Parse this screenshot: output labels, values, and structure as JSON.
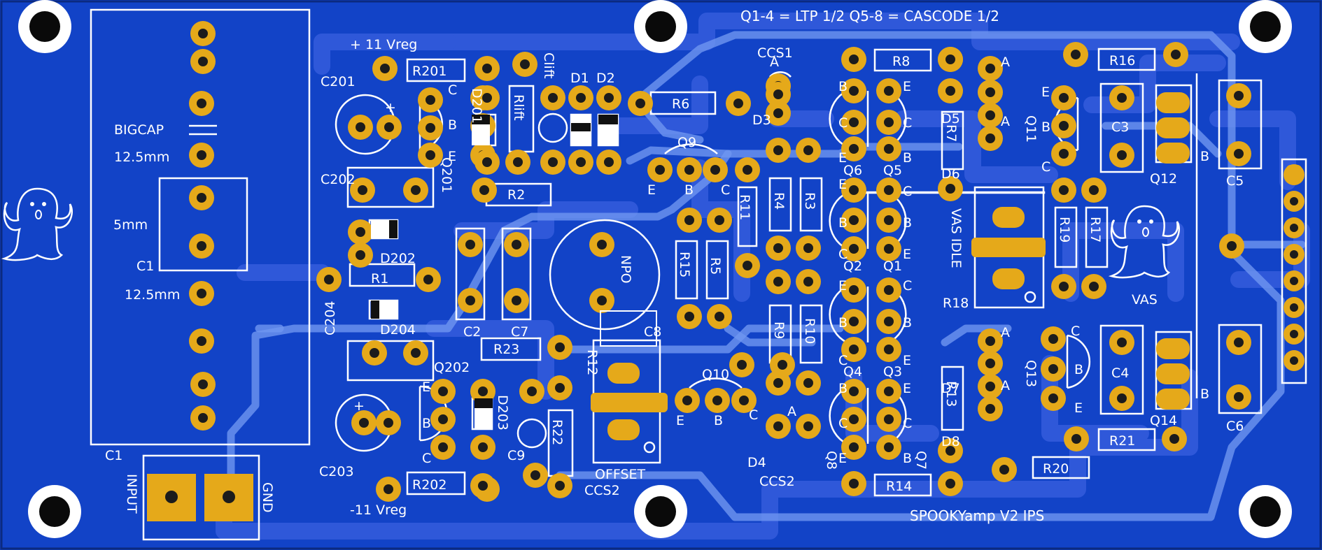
{
  "board": {
    "title": "SPOOKYamp V2 IPS",
    "note": "Q1-4 = LTP 1/2   Q5-8 = CASCODE 1/2",
    "colors": {
      "substrate": "#1243c7",
      "track": "#2f58d9",
      "track_light": "#6f96f0",
      "pad": "#e5a91a",
      "silk": "#ffffff",
      "hole": "#1c1c1c"
    }
  },
  "labels": {
    "bigcap": "BIGCAP",
    "dim1": "12.5mm",
    "dim2": "5mm",
    "dim3": "12.5mm",
    "c1": "C1",
    "c1b": "C1",
    "input": "INPUT",
    "gnd": "GND",
    "vreg_pos": "+ 11 Vreg",
    "vreg_neg": "-11 Vreg",
    "c201": "C201",
    "c202": "C202",
    "c203": "C203",
    "c204": "C204",
    "r201": "R201",
    "r202": "R202",
    "d201": "D201",
    "d202": "D202",
    "d203": "D203",
    "d204": "D204",
    "q201": "Q201",
    "q202": "Q202",
    "r1": "R1",
    "r2": "R2",
    "r6": "R6",
    "r23": "R23",
    "rlift": "Rlift",
    "clift": "Clift",
    "d1": "D1",
    "d2": "D2",
    "c2": "C2",
    "c7": "C7",
    "c8": "C8",
    "c9": "C9",
    "npo": "NPO",
    "r12": "R12",
    "r22": "R22",
    "offset": "OFFSET",
    "ccs1": "CCS1",
    "ccs2": "CCS2",
    "ccs2b": "CCS2",
    "d3": "D3",
    "d4": "D4",
    "q9": "Q9",
    "q10": "Q10",
    "r11": "R11",
    "r15": "R15",
    "r5": "R5",
    "r4": "R4",
    "r3": "R3",
    "r9": "R9",
    "r10": "R10",
    "r8": "R8",
    "r14": "R14",
    "q1": "Q1",
    "q2": "Q2",
    "q3": "Q3",
    "q4": "Q4",
    "q5": "Q5",
    "q6": "Q6",
    "q7": "Q7",
    "q8": "Q8",
    "r7": "R7",
    "r13": "R13",
    "d5": "D5",
    "d6": "D6",
    "d7": "D7",
    "d8": "D8",
    "q11": "Q11",
    "q13": "Q13",
    "vas_idle": "VAS IDLE",
    "r18": "R18",
    "r16": "R16",
    "r19": "R19",
    "r17": "R17",
    "r20": "R20",
    "r21": "R21",
    "vas": "VAS",
    "c3": "C3",
    "c4": "C4",
    "c5": "C5",
    "c6": "C6",
    "q12": "Q12",
    "q14": "Q14",
    "pin_a": "A",
    "pin_b": "B",
    "pin_c": "C",
    "pin_e": "E",
    "plus": "+"
  },
  "icons": [
    "ghost-icon-left",
    "ghost-icon-right",
    "mounting-hole-icon"
  ]
}
